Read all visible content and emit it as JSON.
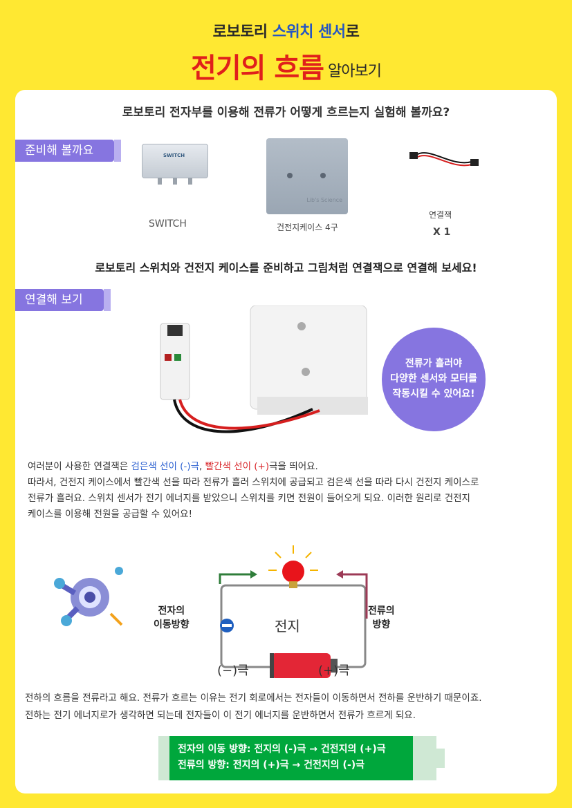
{
  "header": {
    "subtitle_pre": "로보토리 ",
    "subtitle_highlight": "스위치 센서",
    "subtitle_post": "로",
    "title_main": "전기의 흐름",
    "title_small": "알아보기"
  },
  "intro": "로보토리 전자부를 이용해 전류가 어떻게 흐르는지 실험해 볼까요?",
  "prep": {
    "tag": "준비해 볼까요",
    "switch_label": "SWITCH",
    "switch_print": "SWITCH",
    "case_label": "건전지케이스 4구",
    "case_print": "Lib's Science",
    "wire_label": "연결잭",
    "wire_count": "X 1"
  },
  "instruction": "로보토리 스위치와 건전지 케이스를  준비하고 그림처럼  연결잭으로 연결해 보세요!",
  "connect": {
    "tag": "연결해 보기",
    "bubble_lines": [
      "전류가 흘러야",
      "다양한 센서와 모터를",
      "작동시킬 수 있어요!"
    ]
  },
  "paragraph1": {
    "pre": "여러분이 사용한 연결잭은 ",
    "blue": "검은색 선이 (-)극",
    "comma": ", ",
    "red": "빨간색 선이 (+)",
    "post": "극을 띄어요.",
    "line2": "따라서, 건전지 케이스에서 빨간색 선을 따라 전류가 흘러 스위치에 공급되고 검은색 선을 따라 다시 건전지 케이스로",
    "line3": "전류가 흘러요.  스위치 센서가 전기 에너지를 받았으니 스위치를 키면 전원이 들어오게 되요. 이러한 원리로 건전지",
    "line4": "케이스를 이용해 전원을 공급할 수 있어요!"
  },
  "diagram": {
    "electron_line1": "전자의",
    "electron_line2": "이동방향",
    "current_line1": "전류의",
    "current_line2": "방향",
    "battery": "전지",
    "neg": "(−)극",
    "pos": "(+)극"
  },
  "paragraph2": {
    "line1": "전하의 흐름을 전류라고 해요. 전류가 흐르는 이유는 전기 회로에서는 전자들이 이동하면서 전하를 운반하기 때문이죠.",
    "line2": "전하는 전기 에너지로가 생각하면 되는데 전자들이 이 전기 에너지를 운반하면서 전류가 흐르게 되요."
  },
  "summary": {
    "line1": "전자의 이동 방향: 전지의 (-)극 → 건전지의 (+)극",
    "line2": "전류의 방향: 전지의 (+)극 → 건전지의 (-)극"
  },
  "colors": {
    "background": "#ffe832",
    "title_red": "#e0201b",
    "highlight_blue": "#2455c4",
    "tag_purple": "#8675e0",
    "summary_green": "#00a73c"
  }
}
